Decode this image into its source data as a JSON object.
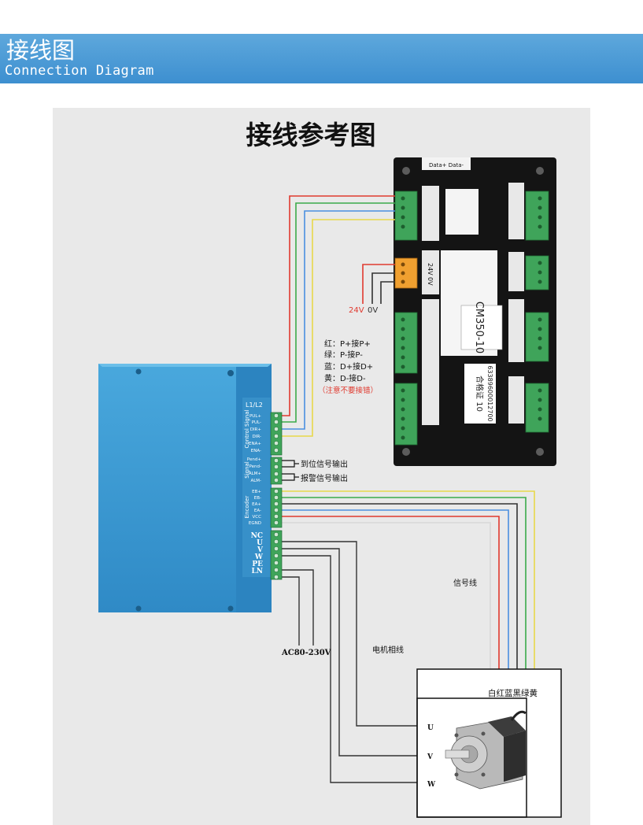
{
  "header": {
    "title_cn": "接线图",
    "title_en": "Connection Diagram"
  },
  "diagram": {
    "title": "接线参考图",
    "controller": {
      "top_label": "Data+ Data-",
      "model": "CM350-10",
      "serial": "63389600012700",
      "cert": "合格证 10",
      "terminal_24v": "24V",
      "terminal_0v": "0V"
    },
    "power_labels": {
      "v24": "24V",
      "v0": "0V"
    },
    "legend": {
      "red": "红：P+接P+",
      "green": "绿：P-接P-",
      "blue": "蓝：D+接D+",
      "yellow": "黄：D-接D-",
      "note": "（注意不要接错）"
    },
    "driver": {
      "l1l2": "L1/L2",
      "control_signal": "Control Signal",
      "signal": "Signal",
      "encoder": "Encoder",
      "control_pins": [
        "PUL+",
        "PUL-",
        "DIR+",
        "DIR-",
        "ENA+",
        "ENA-"
      ],
      "signal_pins": [
        "Pend+",
        "Pend-",
        "ALM+",
        "ALM-"
      ],
      "encoder_pins": [
        "EB+",
        "EB-",
        "EA+",
        "EA-",
        "VCC",
        "EGND"
      ],
      "power_pins": [
        "NC",
        "U",
        "V",
        "W",
        "PE",
        "LN"
      ]
    },
    "outputs": {
      "in_position": "到位信号输出",
      "alarm": "报警信号输出"
    },
    "ac_label": "AC80-230V",
    "signal_line_label": "信号线",
    "motor_line_label": "电机相线",
    "motor": {
      "wire_colors_label": "白红蓝黑绿黄",
      "u": "U",
      "v": "V",
      "w": "W"
    }
  },
  "colors": {
    "header_blue": "#3d8fd0",
    "driver_blue": "#3a9ad2",
    "terminal_green": "#3fa45a",
    "wire_red": "#e03a2f",
    "wire_green": "#3bab4a",
    "wire_blue": "#4a8fe0",
    "wire_yellow": "#e8d84a",
    "note_red": "#e03a2f"
  }
}
